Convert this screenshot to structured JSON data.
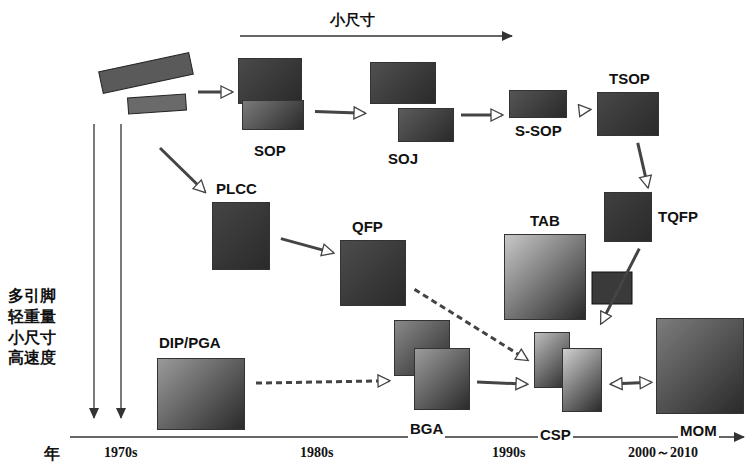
{
  "diagram": {
    "nodes": [
      {
        "text": [
          "SOP"
        ]
      },
      {
        "text": [
          "SOJ"
        ]
      },
      {
        "text": [
          "S-SOP"
        ]
      },
      {
        "text": [
          "TSOP"
        ]
      },
      {
        "text": [
          "PLCC"
        ]
      },
      {
        "text": [
          "QFP"
        ]
      },
      {
        "text": [
          "TAB"
        ]
      },
      {
        "text": [
          "TQFP"
        ]
      },
      {
        "text": [
          "DIP/PGA"
        ]
      },
      {
        "text": [
          "BGA"
        ]
      },
      {
        "text": [
          "CSP"
        ]
      },
      {
        "text": [
          "MOM"
        ]
      }
    ],
    "edges": [
      {
        "from": 0,
        "to": 1,
        "arrow": "to"
      },
      {
        "from": 1,
        "to": 2,
        "arrow": "to"
      },
      {
        "from": 2,
        "to": 3,
        "arrow": "to"
      },
      {
        "from": 3,
        "to": 7,
        "arrow": "to"
      },
      {
        "from": 4,
        "to": 5,
        "arrow": "to"
      },
      {
        "from": 5,
        "to": 10,
        "arrow": "to"
      },
      {
        "from": 7,
        "to": 10,
        "arrow": "to"
      },
      {
        "from": 8,
        "to": 9,
        "arrow": "to"
      },
      {
        "from": 9,
        "to": 10,
        "arrow": "to"
      },
      {
        "from": 10,
        "to": 11,
        "arrow": "both"
      }
    ],
    "labels": [
      "小尺寸",
      "多引脚 轻重量 小尺寸 高速度",
      "年",
      "1970s",
      "1980s",
      "1990s",
      "2000～2010"
    ]
  }
}
